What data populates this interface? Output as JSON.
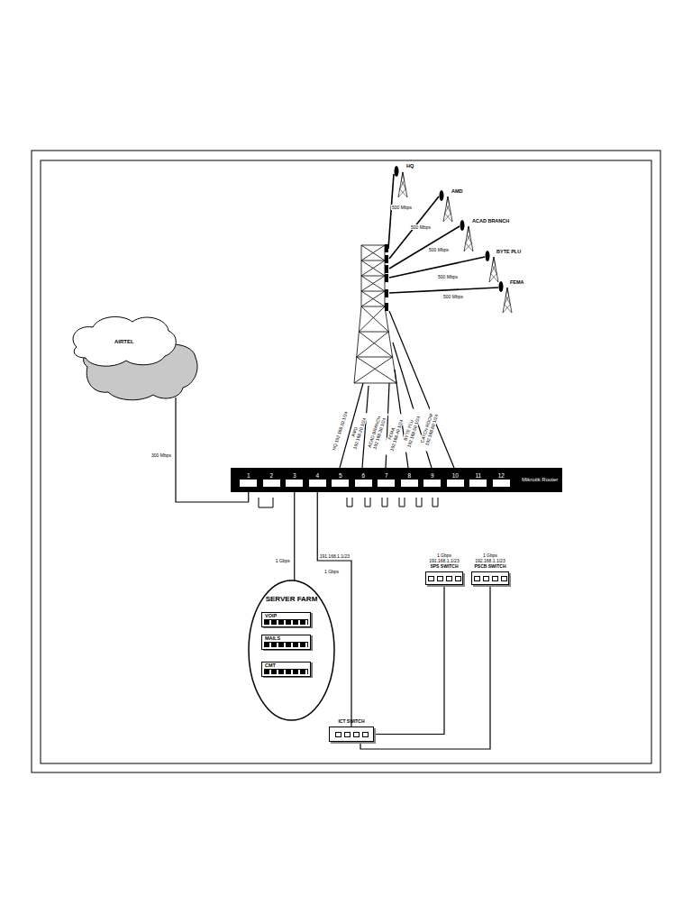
{
  "diagram": {
    "nodes": [
      {
        "text": [
          "HQ"
        ]
      },
      {
        "text": [
          "AMD"
        ]
      },
      {
        "text": [
          "ACAD BRANCH"
        ]
      },
      {
        "text": [
          "BYTE PLU"
        ]
      },
      {
        "text": [
          "FEMA"
        ]
      },
      {
        "text": [
          "AIRTEL"
        ]
      },
      {
        "text": [
          "1",
          "2",
          "3",
          "4",
          "5",
          "6",
          "7",
          "8",
          "9",
          "10",
          "11",
          "12",
          "Mikrotik Router"
        ]
      },
      {
        "text": [
          "1 Gbps",
          "191.168.1.1/23",
          "SPS SWITCH"
        ]
      },
      {
        "text": [
          "1 Gbps",
          "192.168.1.1/23",
          "PSCB SWITCH"
        ]
      },
      {
        "text": [
          "SERVER FARM"
        ]
      },
      {
        "text": [
          "VOIP"
        ],
        "in": 9
      },
      {
        "text": [
          "MAILS"
        ],
        "in": 9
      },
      {
        "text": [
          "CMT"
        ],
        "in": 9
      },
      {
        "text": [
          "ICT SWITCH"
        ]
      }
    ],
    "edges": [
      {
        "from": 5,
        "to": 6,
        "arrow": "none",
        "label": "300 Mbps"
      },
      {
        "from": 6,
        "to": 9,
        "arrow": "none",
        "label": "1 Gbps"
      },
      {
        "from": 6,
        "to": 13,
        "arrow": "none",
        "label": "191.168.1.1/23"
      },
      {
        "from": 13,
        "to": 7,
        "arrow": "none"
      },
      {
        "from": 13,
        "to": 8,
        "arrow": "none"
      }
    ],
    "labels": [
      "500 Mbps",
      "500 Mbps",
      "500 Mbps",
      "500 Mbps",
      "500 Mbps",
      "HQ 192.168.10.1/24",
      "AMD 192.168.20.1/24",
      "ACAD BRANCH 192.168.30.1/24",
      "FEMA 192.168.40.1/24",
      "BYTE PLU 192.168.50.1/24",
      "CATCH ROOM 192.168.60.1/24",
      "1 Gbps"
    ]
  }
}
